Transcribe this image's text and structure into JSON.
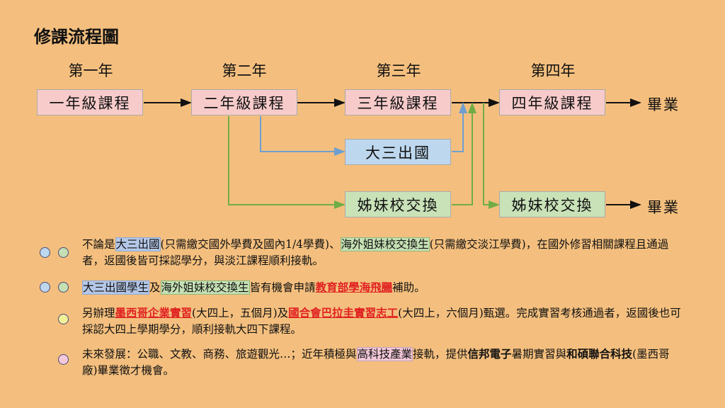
{
  "title": "修課流程圖",
  "years": [
    "第一年",
    "第二年",
    "第三年",
    "第四年"
  ],
  "boxes": {
    "y1": "一年級課程",
    "y2": "二年級課程",
    "y3": "三年級課程",
    "abroad": "大三出國",
    "exchange3": "姊妹校交換",
    "y4": "四年級課程",
    "exchange4": "姊妹校交換"
  },
  "graduate": "畢業",
  "colors": {
    "background": "#F4BF7E",
    "pink": "#F8CBCB",
    "blue": "#BDD7EE",
    "green": "#C9E2B8",
    "blue_arrow": "#6F9FD0",
    "green_arrow": "#70AD47",
    "red": "#E02020"
  },
  "notes": {
    "n1": {
      "a": "不論是",
      "b": "大三出國",
      "c": "(只需繳交國外學費及國內1/4學費)、",
      "d": "海外姐妹校交換生",
      "e": "(只需繳交淡江學費)，在國外修習相關課程且通過者，返國後皆可採認學分，與淡江課程順利接軌。"
    },
    "n2": {
      "a": "大三出國學生",
      "b": "及",
      "c": "海外姐妹校交換生",
      "d": "皆有機會申請",
      "e": "教育部學海飛颺",
      "f": "補助。"
    },
    "n3": {
      "a": "另辦理",
      "b": "墨西哥企業實習",
      "c": "(大四上，五個月)及",
      "d": "國合會巴拉圭實習志工",
      "e": "(大四上，六個月)甄選。完成實習考核通過者，返國後也可採認大四上學期學分，順利接軌大四下課程。"
    },
    "n4": {
      "a": "未來發展：公職、文教、商務、旅遊觀光…；近年積極與",
      "b": "高科技產業",
      "c": "接軌，提供",
      "d": "信邦電子",
      "e": "暑期實習與",
      "f": "和碩聯合科技",
      "g": "(墨西哥廠)畢業徵才機會。"
    }
  }
}
